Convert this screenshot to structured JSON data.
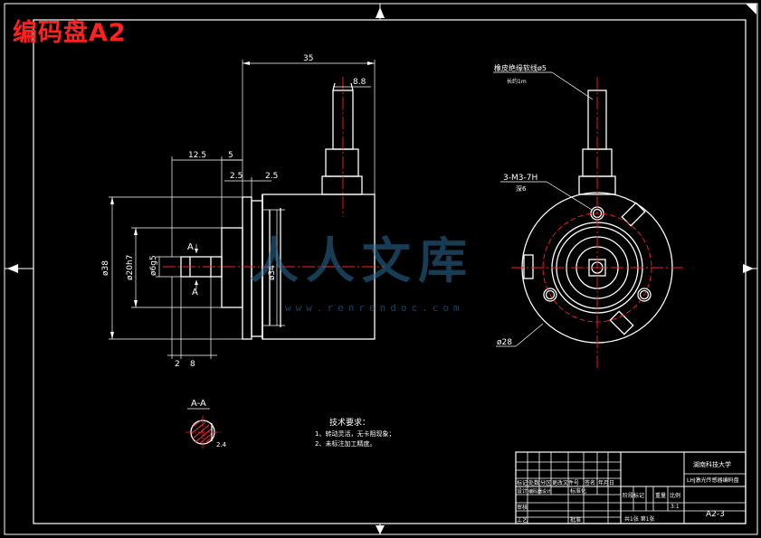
{
  "title": "编码盘A2",
  "watermark": {
    "text": "人人文库",
    "url": "www.renrendoc.com"
  },
  "colors": {
    "background": "#000000",
    "outline": "#ffffff",
    "center_line": "#ff2020",
    "section_hatch": "#ff3030",
    "title": "#ff2020",
    "watermark": "#2a6d9a"
  },
  "side_view": {
    "dims": {
      "length_total": "35",
      "cable_offset": "8.8",
      "flange_gap": "12.5",
      "step": "5",
      "flange_a": "2.5",
      "flange_b": "2.5",
      "housing_dia": "ø38",
      "spigot_dia": "ø20h7",
      "shaft_dia": "ø6g5",
      "boss_dia": "ø34",
      "bottom_a": "2",
      "bottom_b": "8"
    },
    "section_marks": [
      "A",
      "A"
    ]
  },
  "end_view": {
    "cable_note": "橡皮绝缘软线ø5",
    "cable_length": "长约1m",
    "hole_spec": "3-M3-7H",
    "hole_depth": "深6",
    "pcd": "ø28"
  },
  "section": {
    "label": "A-A",
    "flat": "2.4"
  },
  "tech_notes": {
    "title": "技术要求：",
    "items": [
      "1、转动灵活，无卡阻现象；",
      "2、未标注加工精度。"
    ]
  },
  "title_block": {
    "school": "湖南科技大学",
    "part_name": "LHJ激光传感器编码盘",
    "drawing_no": "A2-3",
    "scale_label": "比例",
    "scale": "3:1",
    "weight_label": "重量",
    "stage_label": "阶段标记",
    "sheet": "共1张 第1张",
    "header_cells": [
      "标记",
      "处数",
      "分区",
      "更改文件号",
      "签名",
      "年月日"
    ],
    "designer": "设计",
    "designer_name": "编码器设计",
    "standard_label": "标准化",
    "review": "审核",
    "process": "工艺",
    "approve": "批准"
  }
}
